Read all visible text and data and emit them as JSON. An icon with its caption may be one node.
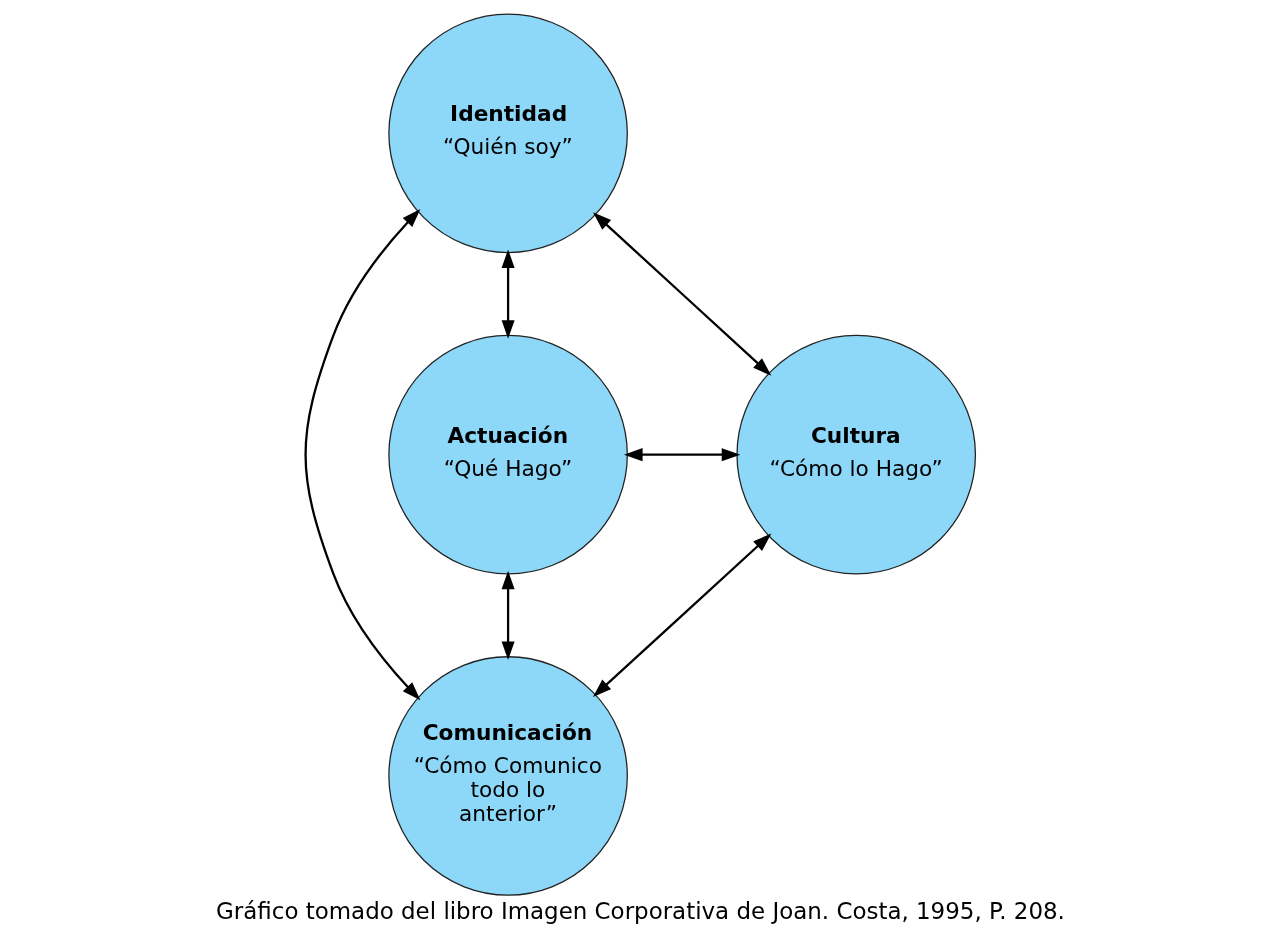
{
  "diagram": {
    "caption": "Gráfico tomado del libro Imagen Corporativa de Joan. Costa, 1995, P. 208.",
    "nodes": [
      {
        "text": [
          "Identidad",
          "“Quién soy”"
        ]
      },
      {
        "text": [
          "Actuación",
          "“Qué Hago”"
        ]
      },
      {
        "text": [
          "Cultura",
          "“Cómo lo Hago”"
        ]
      },
      {
        "text": [
          "Comunicación",
          "“Cómo Comunico todo lo anterior”"
        ]
      }
    ],
    "edges": [
      {
        "from": 1,
        "to": 0,
        "arrow": "both"
      },
      {
        "from": 0,
        "to": 2,
        "arrow": "both"
      },
      {
        "from": 1,
        "to": 2,
        "arrow": "both"
      },
      {
        "from": 0,
        "to": 3,
        "arrow": "both"
      },
      {
        "from": 1,
        "to": 3,
        "arrow": "both"
      },
      {
        "from": 2,
        "to": 3,
        "arrow": "both"
      }
    ]
  }
}
